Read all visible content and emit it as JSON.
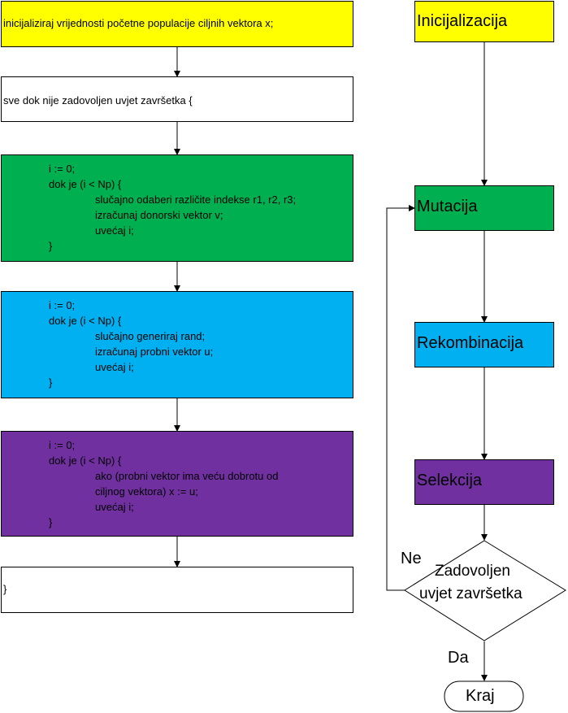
{
  "left": {
    "init": "inicijaliziraj vrijednosti početne populacije ciljnih vektora x;",
    "loop_start": "sve dok nije zadovoljen uvjet završetka {",
    "mutation": {
      "l1": "i := 0;",
      "l2": "dok je (i < Np) {",
      "l3": "slučajno odaberi različite indekse r1, r2, r3;",
      "l4": "izračunaj donorski vektor v;",
      "l5": "uvećaj i;",
      "l6": "}"
    },
    "recombination": {
      "l1": "i := 0;",
      "l2": "dok je (i < Np) {",
      "l3": "slučajno generiraj rand;",
      "l4": "izračunaj probni vektor u;",
      "l5": "uvećaj i;",
      "l6": "}"
    },
    "selection": {
      "l1": "i := 0;",
      "l2": "dok je (i < Np) {",
      "l3": "ako (probni vektor ima veću dobrotu od",
      "l4": "ciljnog vektora) x := u;",
      "l5": "uvećaj i;",
      "l6": "}"
    },
    "loop_end": "}"
  },
  "right": {
    "init": "Inicijalizacija",
    "mutation": "Mutacija",
    "recombination": "Rekombinacija",
    "selection": "Selekcija",
    "decision_l1": "Zadovoljen",
    "decision_l2": "uvjet završetka",
    "no_label": "Ne",
    "yes_label": "Da",
    "end": "Kraj"
  },
  "colors": {
    "yellow": "#ffff00",
    "green": "#00b050",
    "blue": "#00b0f0",
    "purple": "#7030a0",
    "white": "#ffffff"
  }
}
